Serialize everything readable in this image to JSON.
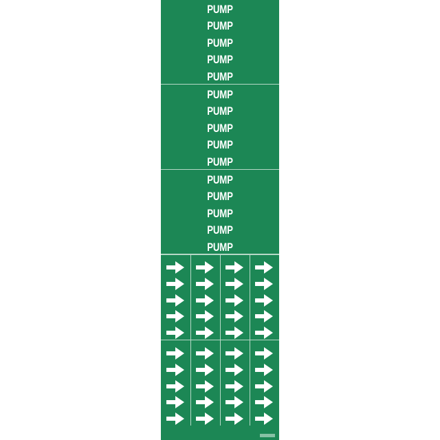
{
  "colors": {
    "background": "#1c8755",
    "text": "#ffffff",
    "divider": "#b7d8c7"
  },
  "label_sections": [
    {
      "words": [
        "PUMP",
        "PUMP",
        "PUMP",
        "PUMP",
        "PUMP"
      ]
    },
    {
      "words": [
        "PUMP",
        "PUMP",
        "PUMP",
        "PUMP",
        "PUMP"
      ]
    },
    {
      "words": [
        "PUMP",
        "PUMP",
        "PUMP",
        "PUMP",
        "PUMP"
      ]
    }
  ],
  "arrow_blocks": [
    {
      "columns": 4,
      "rows": 5,
      "icon": "right-arrow-icon"
    },
    {
      "columns": 4,
      "rows": 5,
      "icon": "right-arrow-icon"
    }
  ],
  "footer_brand": {
    "logo": "brady-logo"
  }
}
